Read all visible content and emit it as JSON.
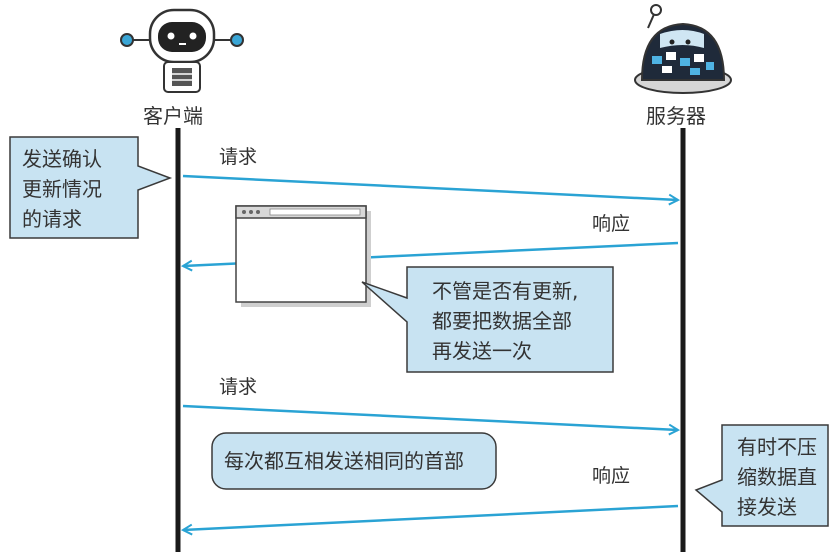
{
  "actors": {
    "client": "客户端",
    "server": "服务器"
  },
  "messages": {
    "request_1": "请求",
    "response_1": "响应",
    "request_2": "请求",
    "response_2": "响应"
  },
  "notes": {
    "left_note": [
      "发送确认",
      "更新情况",
      "的请求"
    ],
    "middle_note": [
      "不管是否有更新,",
      "都要把数据全部",
      "再发送一次"
    ],
    "bottom_note": "每次都互相发送相同的首部",
    "right_note": [
      "有时不压",
      "缩数据直",
      "接发送"
    ]
  },
  "colors": {
    "arrow": "#2aa3d4",
    "note_fill": "#c8e3f2",
    "note_border": "#3a3a3a",
    "lifeline": "#1a1a1a"
  }
}
